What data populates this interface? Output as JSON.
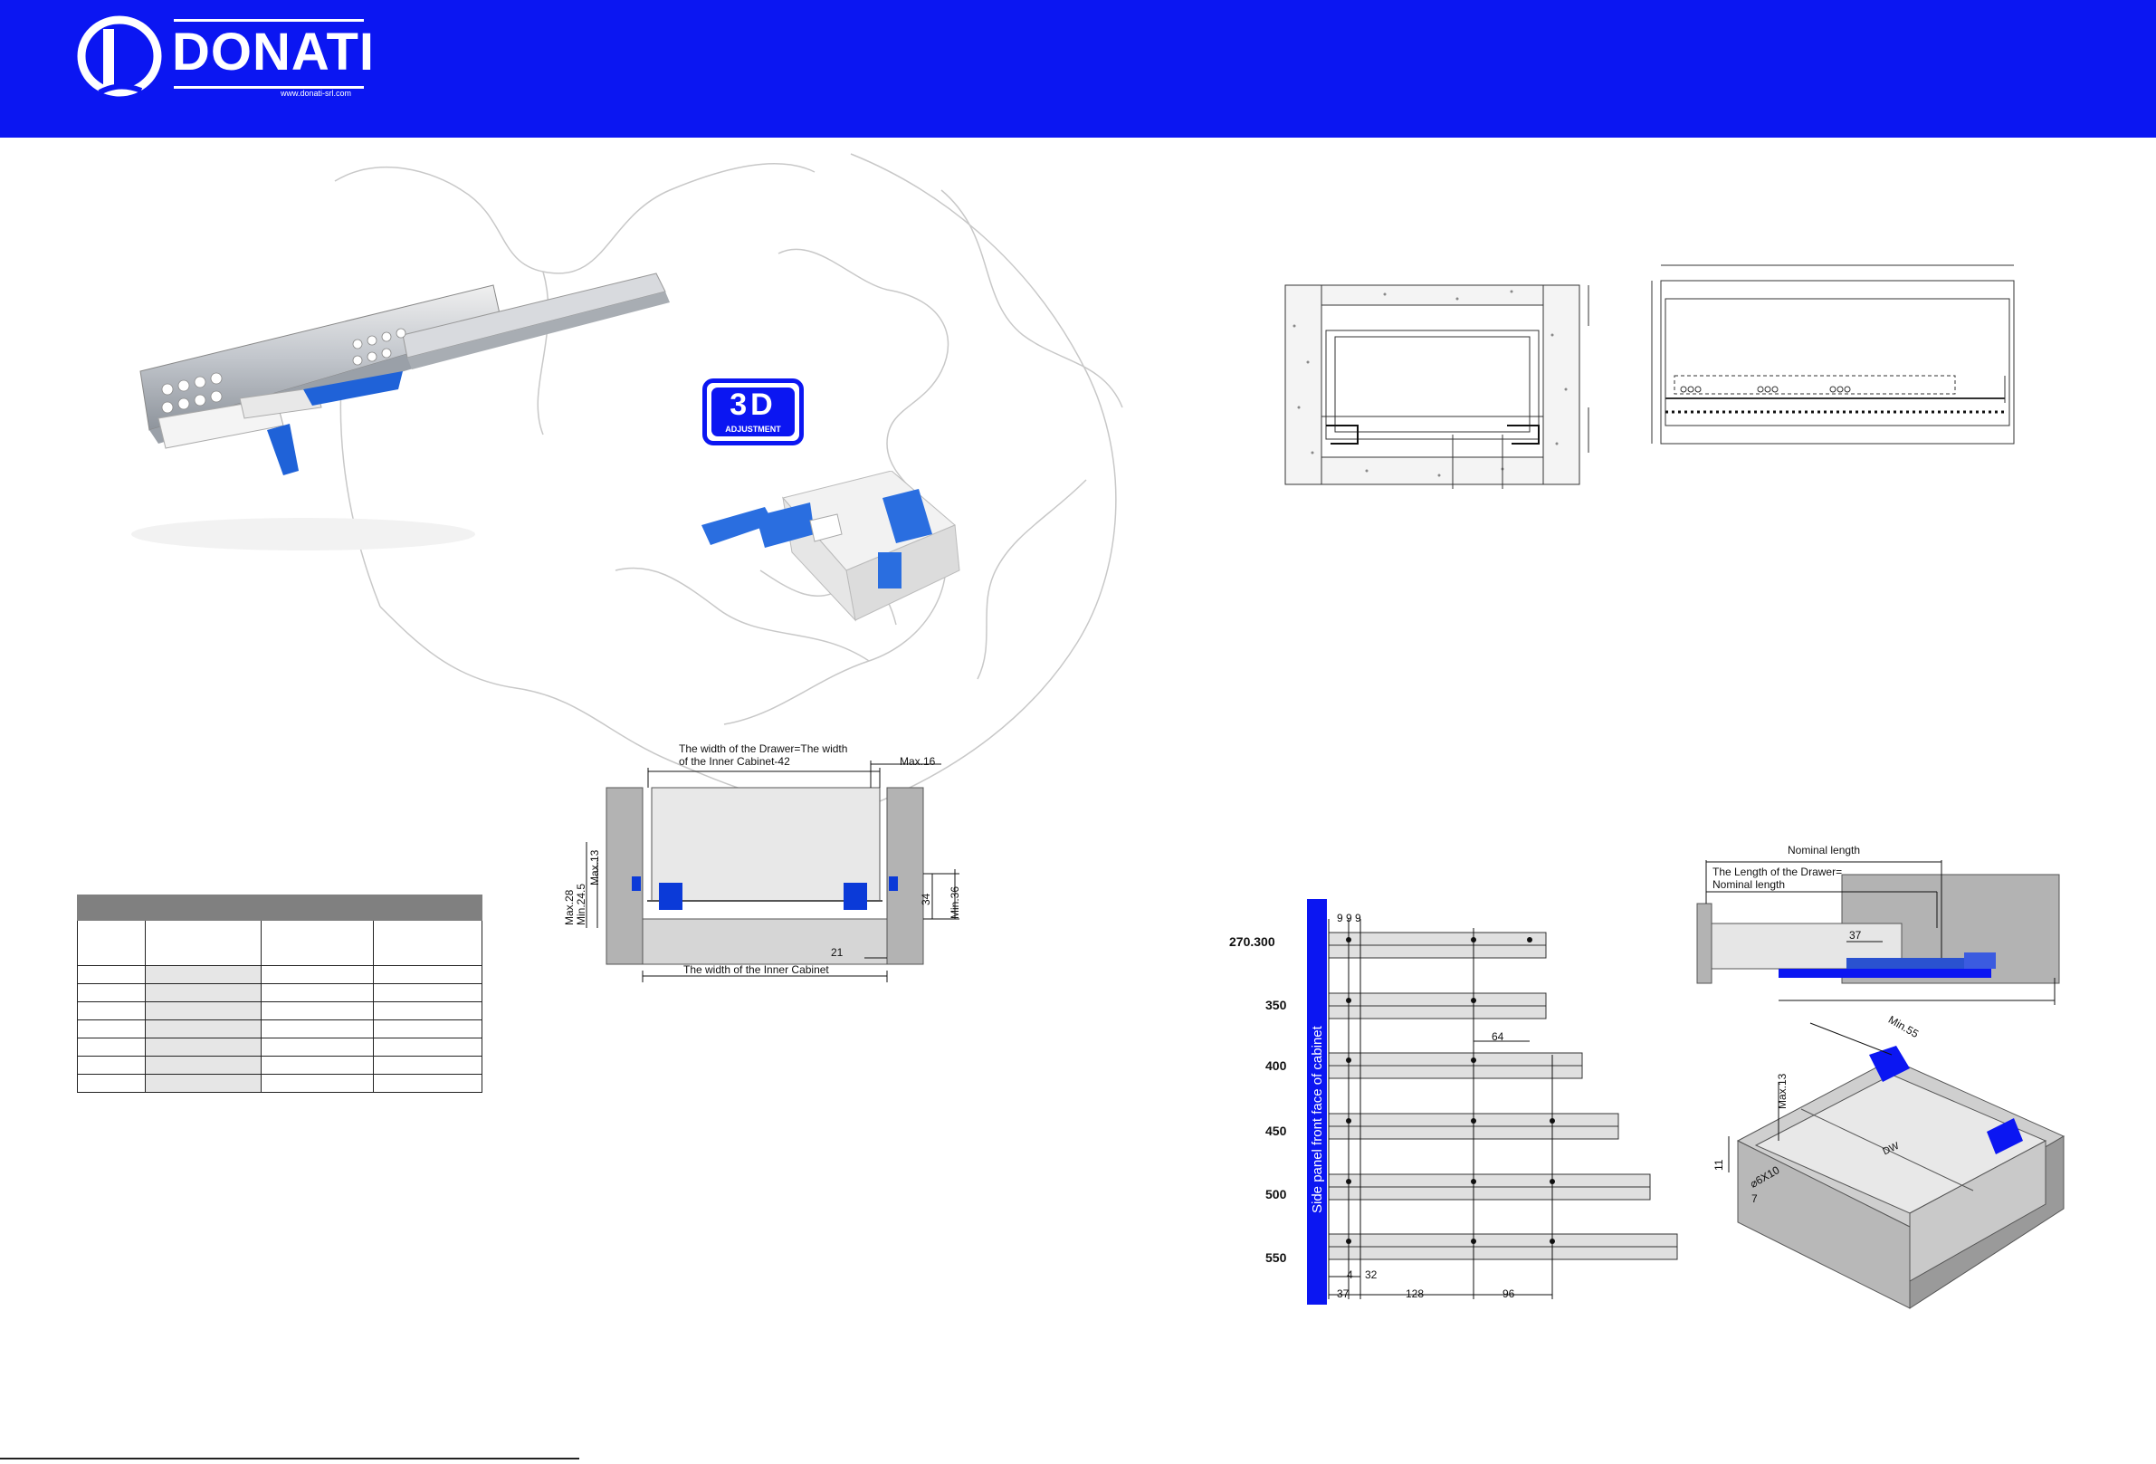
{
  "header": {
    "brand": "DONATI",
    "url": "www.donati-srl.com"
  },
  "badge": {
    "big": "3D",
    "small": "ADJUSTMENT"
  },
  "drawer_width_diagram": {
    "drawer_width_line1": "The width of the Drawer=The width",
    "drawer_width_line2": "of the Inner Cabinet-42",
    "max16": "Max.16",
    "max13": "Max.13",
    "max28": "Max.28",
    "min245": "Min.24.5",
    "dim34": "34",
    "min36": "Min.36",
    "dim21": "21",
    "inner_cabinet": "The width of the Inner Cabinet"
  },
  "rail_chart": {
    "vertical_label": "Side panel front face of cabinet",
    "top_dims": "9 9 9",
    "lengths": [
      "270.300",
      "350",
      "400",
      "450",
      "500",
      "550"
    ],
    "dim64": "64",
    "dim4": "4",
    "dim32": "32",
    "dim37": "37",
    "dim128": "128",
    "dim96": "96"
  },
  "nominal_diagram": {
    "nominal_length": "Nominal length",
    "drawer_length_line1": "The Length of the Drawer=",
    "drawer_length_line2": "Nominal length",
    "dim37": "37"
  },
  "drawer_iso": {
    "min55": "Min.55",
    "max13": "Max.13",
    "dim11": "11",
    "hole": "⌀6X10",
    "dim7": "7",
    "dw": "DW"
  },
  "colors": {
    "brand_blue": "#0b16f2",
    "panel_gray": "#b3b3b3",
    "light_gray": "#e6e6e6",
    "table_head": "#808080"
  }
}
